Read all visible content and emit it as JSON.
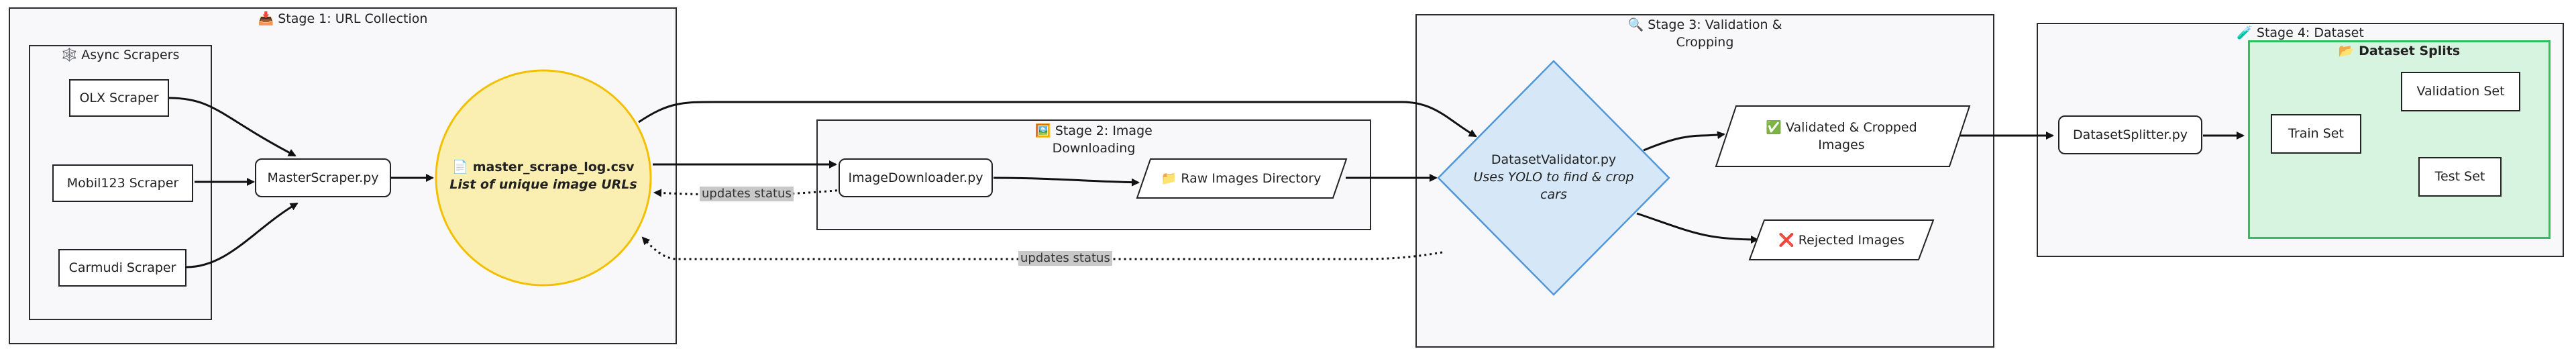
{
  "stages": {
    "stage1": {
      "title": "📥 Stage 1: URL Collection"
    },
    "stage2": {
      "title_line1": "🖼️ Stage 2: Image",
      "title_line2": "Downloading"
    },
    "stage3": {
      "title_line1": "🔍 Stage 3: Validation &",
      "title_line2": "Cropping"
    },
    "stage4": {
      "title": "🧪 Stage 4: Dataset"
    }
  },
  "async_scrapers": {
    "title": "🕸️ Async Scrapers",
    "scrapers": [
      "OLX Scraper",
      "Mobil123 Scraper",
      "Carmudi Scraper"
    ]
  },
  "nodes": {
    "master_scraper": "MasterScraper.py",
    "csv_title": "📄 master_scrape_log.csv",
    "csv_subtitle": "List of unique image URLs",
    "image_downloader": "ImageDownloader.py",
    "raw_images": "📁 Raw Images Directory",
    "validator_title": "DatasetValidator.py",
    "validator_subtitle_line1": "Uses YOLO to find & crop",
    "validator_subtitle_line2": "cars",
    "validated_line1": "✅ Validated & Cropped",
    "validated_line2": "Images",
    "rejected": "❌ Rejected Images",
    "splitter": "DatasetSplitter.py"
  },
  "dataset_splits": {
    "title": "📂 Dataset Splits",
    "train": "Train Set",
    "validation": "Validation Set",
    "test": "Test Set"
  },
  "edge_labels": {
    "downloader_updates": "updates status",
    "validator_updates": "updates status"
  },
  "colors": {
    "csv_fill": "#fbeeb1",
    "csv_stroke": "#f2c000",
    "validator_fill": "#d6e8f8",
    "validator_stroke": "#4f97d9",
    "splits_fill": "#d7f4e0",
    "splits_stroke": "#2fbf62"
  }
}
